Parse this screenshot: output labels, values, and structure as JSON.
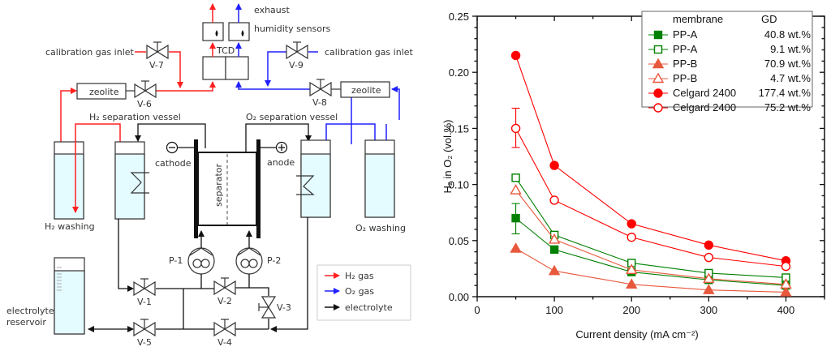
{
  "diagram": {
    "labels": {
      "exhaust": "exhaust",
      "humidity_sensors": "humidity sensors",
      "tcd": "TCD",
      "calibration_left": "calibration gas inlet",
      "calibration_right": "calibration gas inlet",
      "zeolite_left": "zeolite",
      "zeolite_right": "zeolite",
      "h2_vessel": "H₂ separation vessel",
      "o2_vessel": "O₂ separation vessel",
      "h2_washing": "H₂ washing",
      "o2_washing": "O₂ washing",
      "cathode": "cathode",
      "anode": "anode",
      "separator": "separator",
      "reservoir_line1": "electrolyte",
      "reservoir_line2": "reservoir",
      "cathode_symbol": "⊖",
      "anode_symbol": "⊕"
    },
    "valves": [
      "V-1",
      "V-2",
      "V-3",
      "V-4",
      "V-5",
      "V-6",
      "V-7",
      "V-8",
      "V-9"
    ],
    "pumps": [
      "P-1",
      "P-2"
    ],
    "legend": [
      {
        "label": "H₂ gas",
        "color": "#ff0000"
      },
      {
        "label": "O₂ gas",
        "color": "#0000ff"
      },
      {
        "label": "electrolyte",
        "color": "#000000"
      }
    ],
    "colors": {
      "h2": "#ff2020",
      "o2": "#2020ff",
      "electrolyte": "#111111",
      "liquid": "#e4fbff"
    }
  },
  "chart_data": {
    "type": "line",
    "title": "",
    "xlabel": "Current density (mA cm⁻²)",
    "ylabel": "H₂ in O₂ (vol.%)",
    "xlim": [
      0,
      450
    ],
    "ylim": [
      0,
      0.25
    ],
    "xticks": [
      0,
      100,
      200,
      300,
      400
    ],
    "xtick_labels": [
      "0",
      "100",
      "200",
      "300",
      "400"
    ],
    "yticks": [
      0.0,
      0.05,
      0.1,
      0.15,
      0.2,
      0.25
    ],
    "ytick_labels": [
      "0.00",
      "0.05",
      "0.10",
      "0.15",
      "0.20",
      "0.25"
    ],
    "grid": false,
    "legend_position": "top-right",
    "legend_header": {
      "membrane": "membrane",
      "gd": "GD"
    },
    "x": [
      50,
      100,
      200,
      300,
      400
    ],
    "series": [
      {
        "name": "PP-A",
        "gd": "40.8 wt.%",
        "marker": "square",
        "filled": true,
        "color": "#008000",
        "values": [
          0.07,
          0.042,
          0.022,
          0.015,
          0.01
        ],
        "error": {
          "x": 50,
          "low": 0.056,
          "high": 0.083
        }
      },
      {
        "name": "PP-A",
        "gd": "9.1 wt.%",
        "marker": "square",
        "filled": false,
        "color": "#008000",
        "values": [
          0.106,
          0.055,
          0.03,
          0.021,
          0.017
        ]
      },
      {
        "name": "PP-B",
        "gd": "70.9 wt.%",
        "marker": "triangle",
        "filled": true,
        "color": "#e8583c",
        "values": [
          0.043,
          0.023,
          0.011,
          0.006,
          0.004
        ]
      },
      {
        "name": "PP-B",
        "gd": "4.7 wt.%",
        "marker": "triangle",
        "filled": false,
        "color": "#e8583c",
        "values": [
          0.095,
          0.051,
          0.024,
          0.016,
          0.011
        ]
      },
      {
        "name": "Celgard 2400",
        "gd": "177.4 wt.%",
        "marker": "circle",
        "filled": true,
        "color": "#ff0000",
        "values": [
          0.215,
          0.117,
          0.065,
          0.046,
          0.032
        ]
      },
      {
        "name": "Celgard 2400",
        "gd": "75.2 wt.%",
        "marker": "circle",
        "filled": false,
        "color": "#ff0000",
        "values": [
          0.15,
          0.086,
          0.053,
          0.035,
          0.027
        ],
        "error": {
          "x": 50,
          "low": 0.133,
          "high": 0.168
        }
      }
    ]
  }
}
